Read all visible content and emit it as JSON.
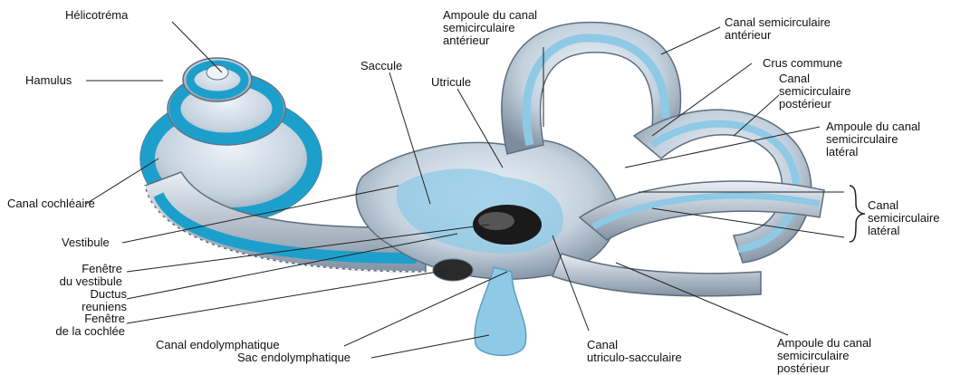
{
  "labels": {
    "helicotrema": "Hélicotréma",
    "hamulus": "Hamulus",
    "canal_cochleaire": "Canal cochléaire",
    "vestibule": "Vestibule",
    "fenetre_vestibule": "Fenêtre\ndu vestibule",
    "ductus_reuniens": "Ductus\nreuniens",
    "fenetre_cochlee": "Fenêtre\nde la cochlée",
    "canal_endolymphatique": "Canal endolymphatique",
    "sac_endolymphatique": "Sac endolymphatique",
    "saccule": "Saccule",
    "utricule": "Utricule",
    "ampoule_anterieur": "Ampoule du canal\nsemicirculaire\nantérieur",
    "canal_anterieur": "Canal semicirculaire\nantérieur",
    "crus_commune": "Crus commune",
    "canal_posterieur": "Canal\nsemicirculaire\npostérieur",
    "ampoule_lateral": "Ampoule du canal\nsemicirculaire\nlatéral",
    "canal_lateral": "Canal\nsemicirculaire\nlatéral",
    "canal_utriculo_sacculaire": "Canal\nutriculo-sacculaire",
    "ampoule_posterieur": "Ampoule du canal\nsemicirculaire\npostérieur"
  },
  "colors": {
    "bony": "#c9d6e2",
    "bony_shadow": "#7f8fa0",
    "membranous": "#1d9fcc",
    "membranous_light": "#8ec9e6",
    "line": "#222222"
  }
}
